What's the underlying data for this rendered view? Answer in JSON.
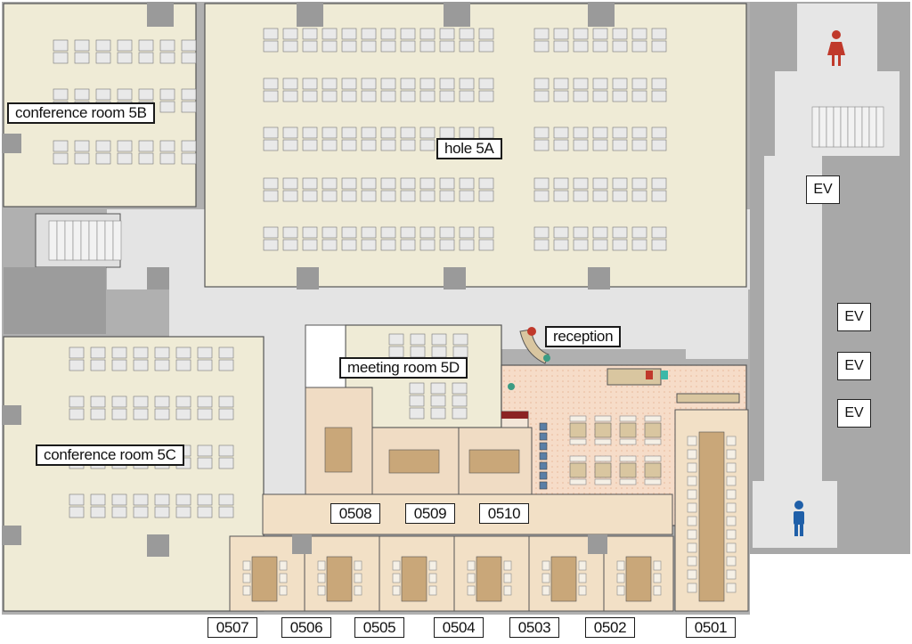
{
  "rooms": {
    "conference_5b": "conference room 5B",
    "hole_5a": "hole 5A",
    "conference_5c": "conference room 5C",
    "meeting_5d": "meeting room 5D",
    "reception": "reception"
  },
  "room_numbers": [
    "0508",
    "0509",
    "0510",
    "0507",
    "0506",
    "0505",
    "0504",
    "0503",
    "0502",
    "0501"
  ],
  "elevators": [
    "EV",
    "EV",
    "EV",
    "EV"
  ],
  "restroom_icons": [
    "female-restroom-icon",
    "male-restroom-icon"
  ],
  "colors": {
    "hall_fill": "#efebd6",
    "meeting_fill": "#f0dcc4",
    "office_fill": "#f2e0c6",
    "lounge_fill": "#f6dcc8",
    "corridor_fill": "#e3e3e3",
    "wall_gray": "#a8a8a8",
    "female_icon": "#c0392b",
    "male_icon": "#1f5fa8"
  }
}
